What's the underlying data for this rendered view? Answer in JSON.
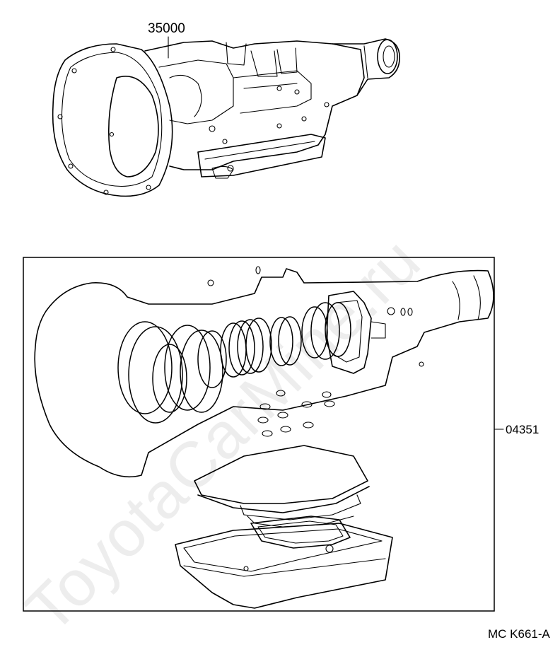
{
  "callouts": {
    "transmission_assembly": "35000",
    "overhaul_gasket_kit": "04351"
  },
  "figure_code": "MC K661-A",
  "watermark": "ToyotaCarMine.ru",
  "colors": {
    "line": "#000000",
    "background": "#ffffff"
  }
}
